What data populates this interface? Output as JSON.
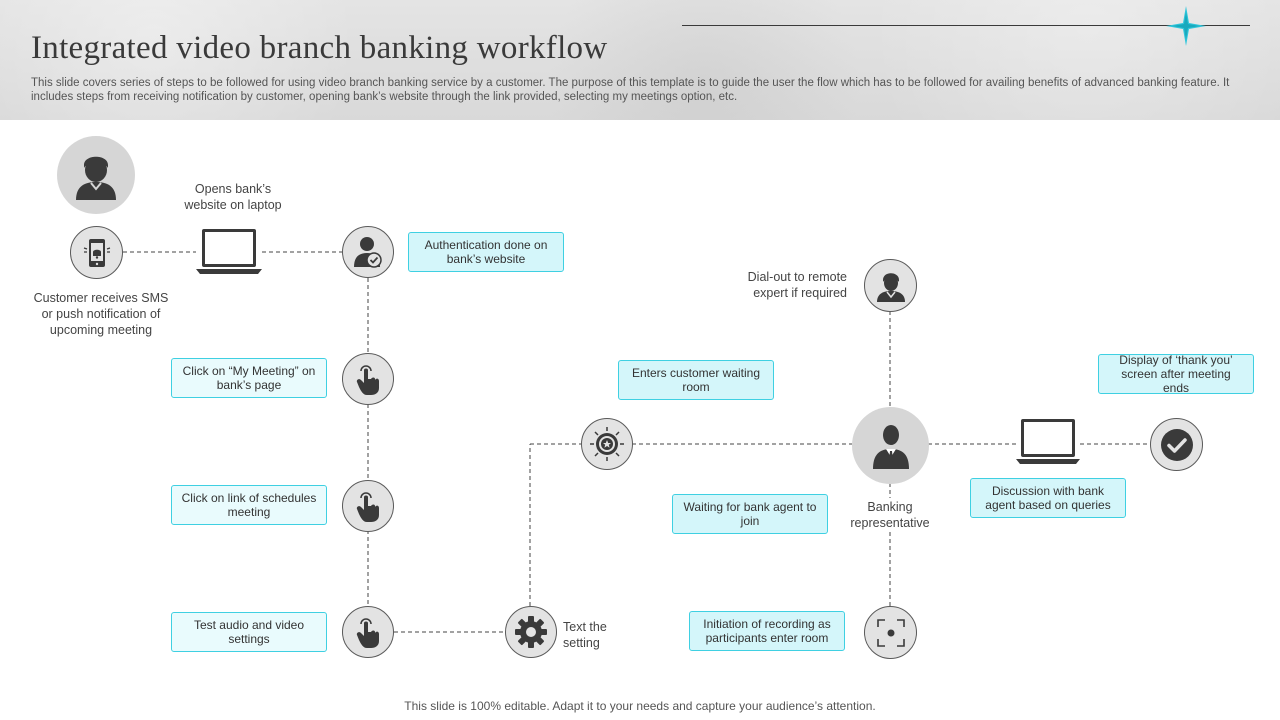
{
  "header": {
    "title": "Integrated video branch banking workflow",
    "subtitle": "This slide covers series of steps to be followed for using video branch banking service by a customer. The purpose of this template is to guide the user the flow which has to be followed for availing benefits of advanced banking feature. It includes steps from receiving notification by customer, opening bank’s website through the link provided, selecting my meetings option, etc."
  },
  "labels": {
    "opens_website": "Opens bank’s website on laptop",
    "customer_receives": "Customer receives SMS or push notification of upcoming meeting",
    "dial_out": "Dial-out to remote expert if required",
    "banking_rep": "Banking representative",
    "text_setting": "Text the setting"
  },
  "steps": {
    "authentication": "Authentication done on bank’s website",
    "my_meeting": "Click on “My Meeting” on bank’s page",
    "link_schedules": "Click on link of schedules meeting",
    "test_audio": "Test audio and video settings",
    "waiting_room": "Enters customer waiting room",
    "waiting_agent": "Waiting for bank agent to join",
    "recording": "Initiation of recording as participants enter room",
    "discussion": "Discussion with bank agent based on queries",
    "thank_you": "Display of ‘thank you’ screen after meeting ends"
  },
  "footer": "This slide is 100% editable. Adapt it to your needs and capture your audience’s attention.",
  "colors": {
    "accent": "#3fd0e2",
    "box_fill": "#e9fbfd",
    "icon_dark": "#3a3a3a",
    "node_fill": "#e3e3e3"
  },
  "icons": {
    "customer": "customer-avatar-icon",
    "phone": "phone-notification-icon",
    "laptop": "laptop-icon",
    "auth": "user-check-icon",
    "tap": "hand-tap-icon",
    "gear": "gear-icon",
    "waiting": "waiting-room-badge-icon",
    "banker": "banker-icon",
    "expert": "remote-expert-icon",
    "recording": "recording-focus-icon",
    "done": "checkmark-icon"
  }
}
